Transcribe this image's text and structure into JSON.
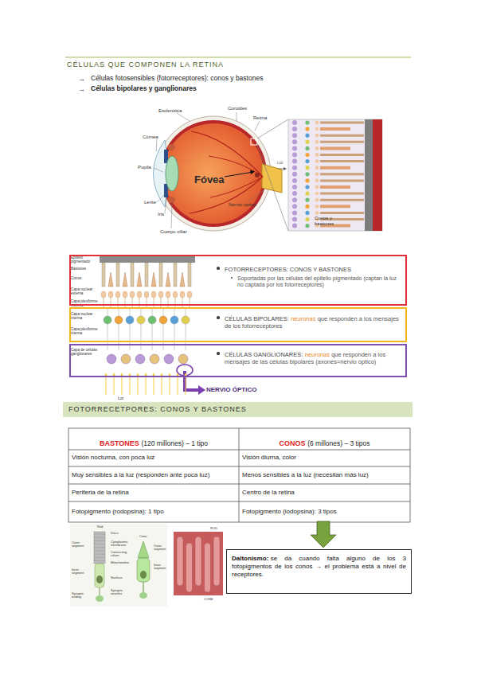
{
  "diagram": {
    "title": "CÉLULAS QUE COMPONEN LA RETINA",
    "nodes": [
      {
        "text": [
          "FOTORRECEPTORES: CONOS Y BASTONES",
          "Soportadas por las células del epitelio pigmentado (captan la luz no captada por los fotorreceptores)"
        ]
      },
      {
        "text": [
          "CÉLULAS BIPOLARES:",
          "neuronas",
          "que responden a los mensajes de los fotorreceptores"
        ]
      },
      {
        "text": [
          "CÉLULAS GANGLIONARES:",
          "neuronas",
          "que responden a los mensajes de las células bipolares (axones=nervio óptico)"
        ]
      },
      {
        "text": [
          "FOTORRECETPORES: CONOS Y BASTONES"
        ]
      },
      {
        "text": [
          "Daltonismo:",
          "se da cuando falta alguno de los 3 fotopigmentos de los conos → el problema está a nivel de receptores."
        ]
      }
    ],
    "labels": [
      "→",
      "Células fotosensibles (fotorreceptores): conos y bastones",
      "→",
      "Células bipolares y ganglionares",
      "Esclerótica",
      "Coroides",
      "Retina",
      "Córnea",
      "Pupila",
      "Fóvea",
      "Lente",
      "Iris",
      "Cuerpo ciliar",
      "Nervio óptico",
      "Conos y bastones",
      "LUZ",
      "Epitelio pigmentado",
      "Bastones",
      "Conos",
      "Capa nuclear externa",
      "Capa plexiforme externa",
      "Capa nuclear interna",
      "Capa plexiforme interna",
      "Capa de células ganglionares",
      "Luz",
      "NERVIO ÓPTICO",
      "BASTONES",
      "(120 millones) – 1 tipo",
      "CONOS",
      "(6 millones) – 3 tipos",
      "Visión nocturna, con poca luz",
      "Visión diurna, color",
      "Muy sensibles a la luz (responden ante poca luz)",
      "Menos sensibles a la luz (necesitan más luz)",
      "Periferia de la retina",
      "Centro de la retina",
      "Fotopigmento (rodopsina): 1 tipo",
      "Fotopigmento (iodopsina): 3 tipos",
      "Rod",
      "Cone",
      "Outer segment",
      "Inner segment",
      "Synaptic ending",
      "Discs",
      "Cytoplasmic membrane",
      "Connecting cilium",
      "Mitochondria",
      "Nucleus",
      "Synaptic vesicles",
      "Outer segment",
      "Inner segment",
      "ROD",
      "CONE"
    ]
  }
}
